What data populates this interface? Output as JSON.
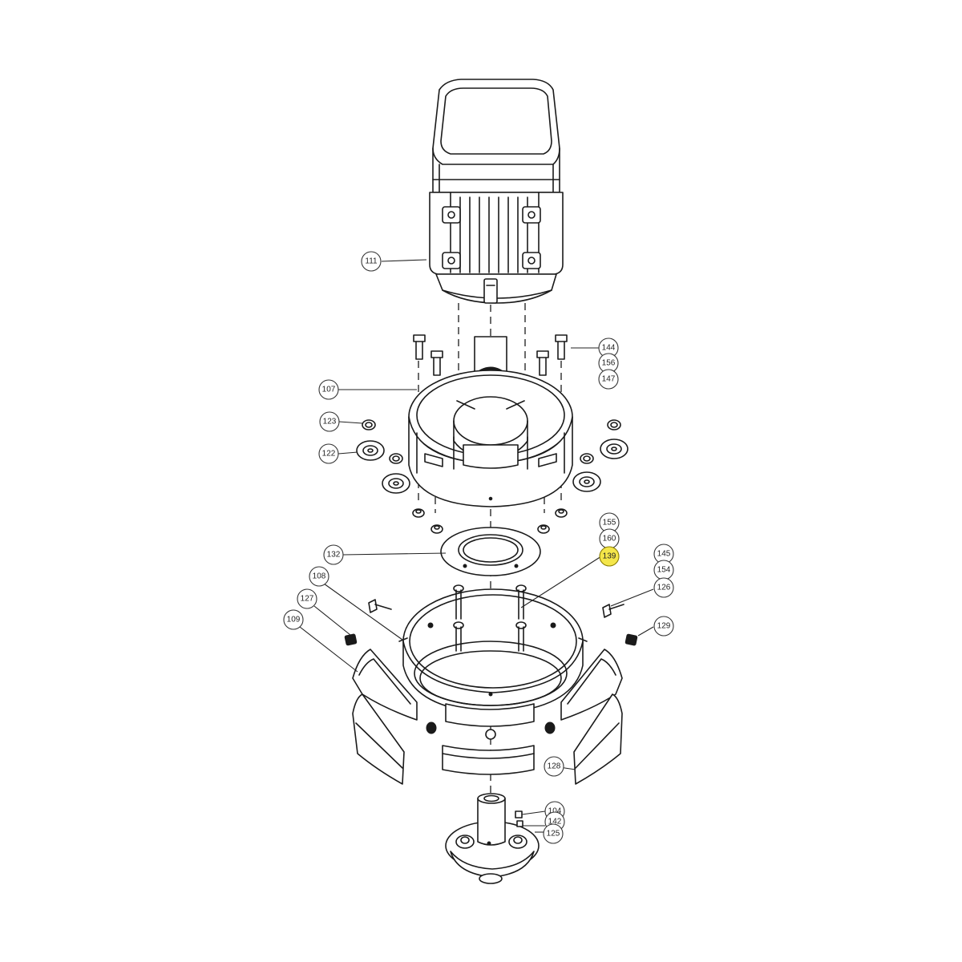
{
  "colors": {
    "line": "#1a1a1a",
    "highlight": "#f4e64a",
    "background": "#ffffff"
  },
  "callouts": [
    {
      "id": "111",
      "label": "111"
    },
    {
      "id": "144",
      "label": "144"
    },
    {
      "id": "156",
      "label": "156"
    },
    {
      "id": "147",
      "label": "147"
    },
    {
      "id": "107",
      "label": "107"
    },
    {
      "id": "123",
      "label": "123"
    },
    {
      "id": "122",
      "label": "122"
    },
    {
      "id": "155",
      "label": "155"
    },
    {
      "id": "160",
      "label": "160"
    },
    {
      "id": "139",
      "label": "139",
      "highlighted": true
    },
    {
      "id": "145",
      "label": "145"
    },
    {
      "id": "154",
      "label": "154"
    },
    {
      "id": "126",
      "label": "126"
    },
    {
      "id": "132",
      "label": "132"
    },
    {
      "id": "108",
      "label": "108"
    },
    {
      "id": "127",
      "label": "127"
    },
    {
      "id": "109",
      "label": "109"
    },
    {
      "id": "129",
      "label": "129"
    },
    {
      "id": "128",
      "label": "128"
    },
    {
      "id": "104",
      "label": "104"
    },
    {
      "id": "142",
      "label": "142"
    },
    {
      "id": "125",
      "label": "125"
    }
  ]
}
